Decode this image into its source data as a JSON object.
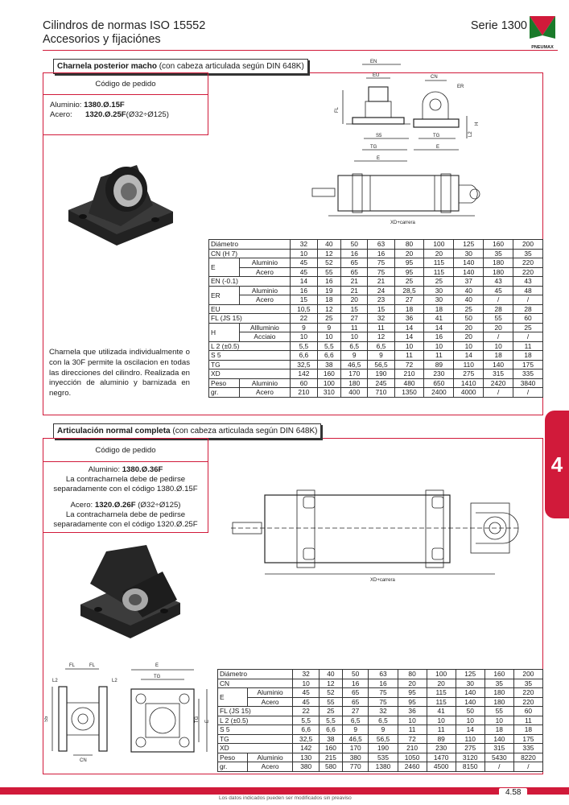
{
  "header": {
    "title_line1": "Cilindros de normas ISO 15552",
    "title_line2": "Accesorios y fijaciónes",
    "serie": "Serie 1300",
    "logo_text": "PNEUMAX"
  },
  "section1": {
    "title_bold": "Charnela posterior macho",
    "title_rest": " (con cabeza articulada según DIN 648K)",
    "order_header": "Código de pedido",
    "order_line1_label": "Aluminio: ",
    "order_line1_code": "1380.Ø.15F",
    "order_line2_label": "Acero:",
    "order_line2_code": "1320.Ø.25F",
    "order_line2_range": "(Ø32÷Ø125)",
    "description": "Charnela que utilizada individualmente o con la 30F permite la oscilacion en todas las direcciones del cilindro. Realizada en inyección de aluminio y barnizada en negro.",
    "drawing_labels": [
      "EN",
      "EU",
      "CN",
      "ER",
      "FL",
      "H",
      "L2",
      "S5",
      "TG",
      "TG",
      "E",
      "E",
      "XD+carrera"
    ],
    "table": {
      "header": [
        "Diámetro",
        "32",
        "40",
        "50",
        "63",
        "80",
        "100",
        "125",
        "160",
        "200"
      ],
      "rows": [
        {
          "label": "CN (H 7)",
          "sub": "",
          "values": [
            "10",
            "12",
            "16",
            "16",
            "20",
            "20",
            "30",
            "35",
            "35"
          ]
        },
        {
          "label": "E",
          "sub": "Aluminio",
          "values": [
            "45",
            "52",
            "65",
            "75",
            "95",
            "115",
            "140",
            "180",
            "220"
          ]
        },
        {
          "label": "",
          "sub": "Acero",
          "values": [
            "45",
            "55",
            "65",
            "75",
            "95",
            "115",
            "140",
            "180",
            "220"
          ]
        },
        {
          "label": "EN (-0.1)",
          "sub": "",
          "values": [
            "14",
            "16",
            "21",
            "21",
            "25",
            "25",
            "37",
            "43",
            "43"
          ]
        },
        {
          "label": "ER",
          "sub": "Aluminio",
          "values": [
            "16",
            "19",
            "21",
            "24",
            "28,5",
            "30",
            "40",
            "45",
            "48"
          ]
        },
        {
          "label": "",
          "sub": "Acero",
          "values": [
            "15",
            "18",
            "20",
            "23",
            "27",
            "30",
            "40",
            "/",
            "/"
          ]
        },
        {
          "label": "EU",
          "sub": "",
          "values": [
            "10,5",
            "12",
            "15",
            "15",
            "18",
            "18",
            "25",
            "28",
            "28"
          ]
        },
        {
          "label": "FL (JS 15)",
          "sub": "",
          "values": [
            "22",
            "25",
            "27",
            "32",
            "36",
            "41",
            "50",
            "55",
            "60"
          ]
        },
        {
          "label": "H",
          "sub": "Allluminio",
          "values": [
            "9",
            "9",
            "11",
            "11",
            "14",
            "14",
            "20",
            "20",
            "25"
          ]
        },
        {
          "label": "",
          "sub": "Acciaio",
          "values": [
            "10",
            "10",
            "10",
            "12",
            "14",
            "16",
            "20",
            "/",
            "/"
          ]
        },
        {
          "label": "L 2 (±0.5)",
          "sub": "",
          "values": [
            "5,5",
            "5,5",
            "6,5",
            "6,5",
            "10",
            "10",
            "10",
            "10",
            "11"
          ]
        },
        {
          "label": "S 5",
          "sub": "",
          "values": [
            "6,6",
            "6,6",
            "9",
            "9",
            "11",
            "11",
            "14",
            "18",
            "18"
          ]
        },
        {
          "label": "TG",
          "sub": "",
          "values": [
            "32,5",
            "38",
            "46,5",
            "56,5",
            "72",
            "89",
            "110",
            "140",
            "175"
          ]
        },
        {
          "label": "XD",
          "sub": "",
          "values": [
            "142",
            "160",
            "170",
            "190",
            "210",
            "230",
            "275",
            "315",
            "335"
          ]
        },
        {
          "label": "Peso",
          "sub": "Aluminio",
          "values": [
            "60",
            "100",
            "180",
            "245",
            "480",
            "650",
            "1410",
            "2420",
            "3840"
          ]
        },
        {
          "label": "gr.",
          "sub": "Acero",
          "values": [
            "210",
            "310",
            "400",
            "710",
            "1350",
            "2400",
            "4000",
            "/",
            "/"
          ]
        }
      ]
    }
  },
  "section2": {
    "title_bold": "Articulación normal completa",
    "title_rest": " (con cabeza articulada según DIN 648K)",
    "order_header": "Código de pedido",
    "lines": [
      {
        "label": "Aluminio: ",
        "code": "1380.Ø.36F",
        "range": ""
      },
      {
        "label": "La contracharnela debe de pedirse",
        "code": "",
        "range": ""
      },
      {
        "label": "separadamente con el código 1380.Ø.15F",
        "code": "",
        "range": ""
      },
      {
        "label": "Acero: ",
        "code": "1320.Ø.26F",
        "range": " (Ø32÷Ø125)"
      },
      {
        "label": "La contracharnela debe de pedirse",
        "code": "",
        "range": ""
      },
      {
        "label": "separadamente con el código 1320.Ø.25F",
        "code": "",
        "range": ""
      }
    ],
    "drawing_labels": [
      "FL",
      "FL",
      "E",
      "L2",
      "L2",
      "TG",
      "S5",
      "TG",
      "E",
      "CN",
      "XD+carrera"
    ],
    "table": {
      "header": [
        "Diámetro",
        "32",
        "40",
        "50",
        "63",
        "80",
        "100",
        "125",
        "160",
        "200"
      ],
      "rows": [
        {
          "label": "CN",
          "sub": "",
          "values": [
            "10",
            "12",
            "16",
            "16",
            "20",
            "20",
            "30",
            "35",
            "35"
          ]
        },
        {
          "label": "E",
          "sub": "Aluminio",
          "values": [
            "45",
            "52",
            "65",
            "75",
            "95",
            "115",
            "140",
            "180",
            "220"
          ]
        },
        {
          "label": "",
          "sub": "Acero",
          "values": [
            "45",
            "55",
            "65",
            "75",
            "95",
            "115",
            "140",
            "180",
            "220"
          ]
        },
        {
          "label": "FL (JS 15)",
          "sub": "",
          "values": [
            "22",
            "25",
            "27",
            "32",
            "36",
            "41",
            "50",
            "55",
            "60"
          ]
        },
        {
          "label": "L 2 (±0.5)",
          "sub": "",
          "values": [
            "5,5",
            "5,5",
            "6,5",
            "6,5",
            "10",
            "10",
            "10",
            "10",
            "11"
          ]
        },
        {
          "label": "S 5",
          "sub": "",
          "values": [
            "6,6",
            "6,6",
            "9",
            "9",
            "11",
            "11",
            "14",
            "18",
            "18"
          ]
        },
        {
          "label": "TG",
          "sub": "",
          "values": [
            "32,5",
            "38",
            "46,5",
            "56,5",
            "72",
            "89",
            "110",
            "140",
            "175"
          ]
        },
        {
          "label": "XD",
          "sub": "",
          "values": [
            "142",
            "160",
            "170",
            "190",
            "210",
            "230",
            "275",
            "315",
            "335"
          ]
        },
        {
          "label": "Peso",
          "sub": "Aluminio",
          "values": [
            "130",
            "215",
            "380",
            "535",
            "1050",
            "1470",
            "3120",
            "5430",
            "8220"
          ]
        },
        {
          "label": "gr.",
          "sub": "Acero",
          "values": [
            "380",
            "580",
            "770",
            "1380",
            "2460",
            "4500",
            "8150",
            "/",
            "/"
          ]
        }
      ]
    }
  },
  "side_tab": "4",
  "footer": {
    "note": "Los datos indicados pueden ser modificados sin preaviso",
    "page": "4.58"
  },
  "colors": {
    "accent": "#d11a3a",
    "ink": "#1a1a1a"
  }
}
